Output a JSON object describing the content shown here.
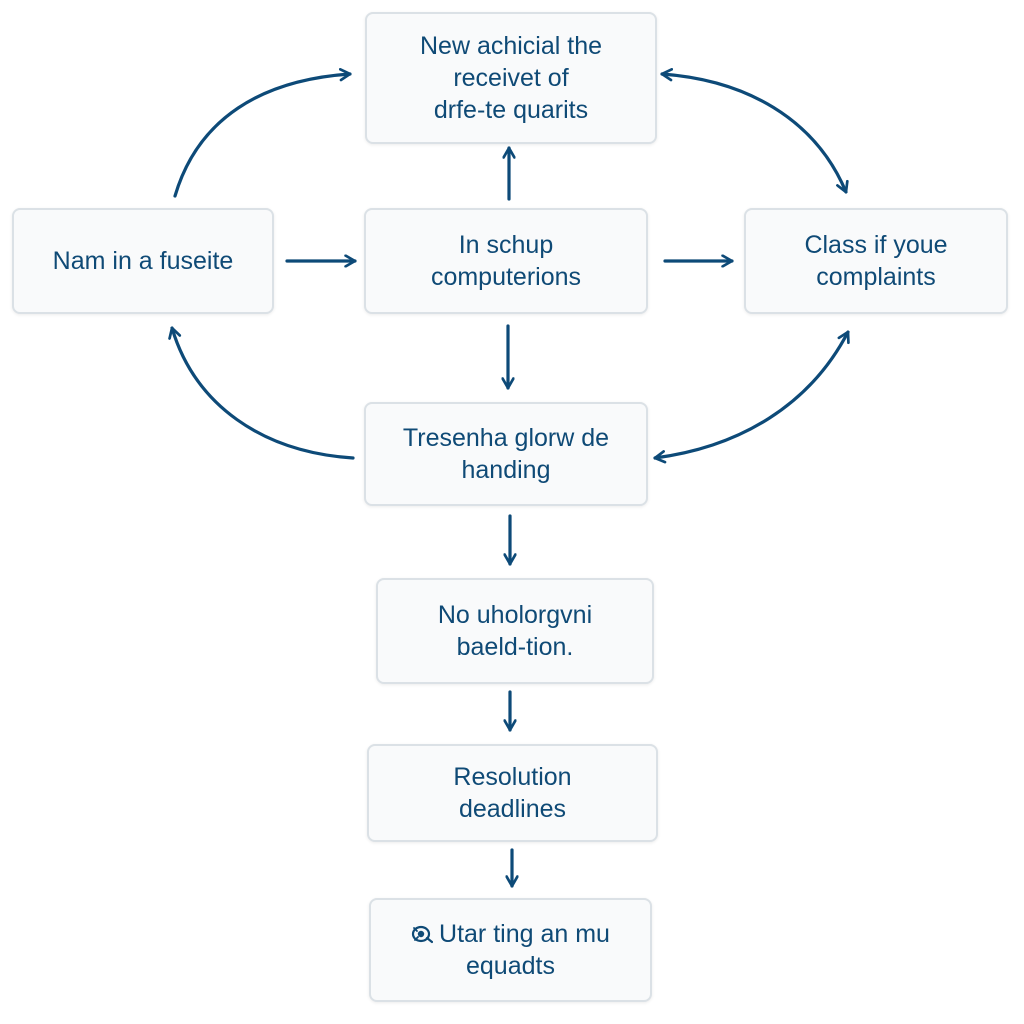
{
  "colors": {
    "arrow": "#0d4a78",
    "text": "#0f4a76",
    "box_border": "#dbe1e6",
    "box_fill": "#f9fafb"
  },
  "nodes": {
    "top": {
      "line1": "New achicial the",
      "line2": "receivet of",
      "line3": "drfe-te quarits"
    },
    "left": {
      "line1": "Nam in a fuseite"
    },
    "center": {
      "line1": "In schup",
      "line2": "computerions"
    },
    "right": {
      "line1": "Class if youe",
      "line2": "complaints"
    },
    "middle": {
      "line1": "Tresenha glorw de",
      "line2": "handing"
    },
    "fifth": {
      "line1": "No uholorgvni",
      "line2": "baeld-tion."
    },
    "sixth": {
      "line1": "Resolution",
      "line2": "deadlines"
    },
    "bottom": {
      "icon": "lion-icon",
      "line1": "Utar ting an mu",
      "line2": "equadts"
    }
  }
}
